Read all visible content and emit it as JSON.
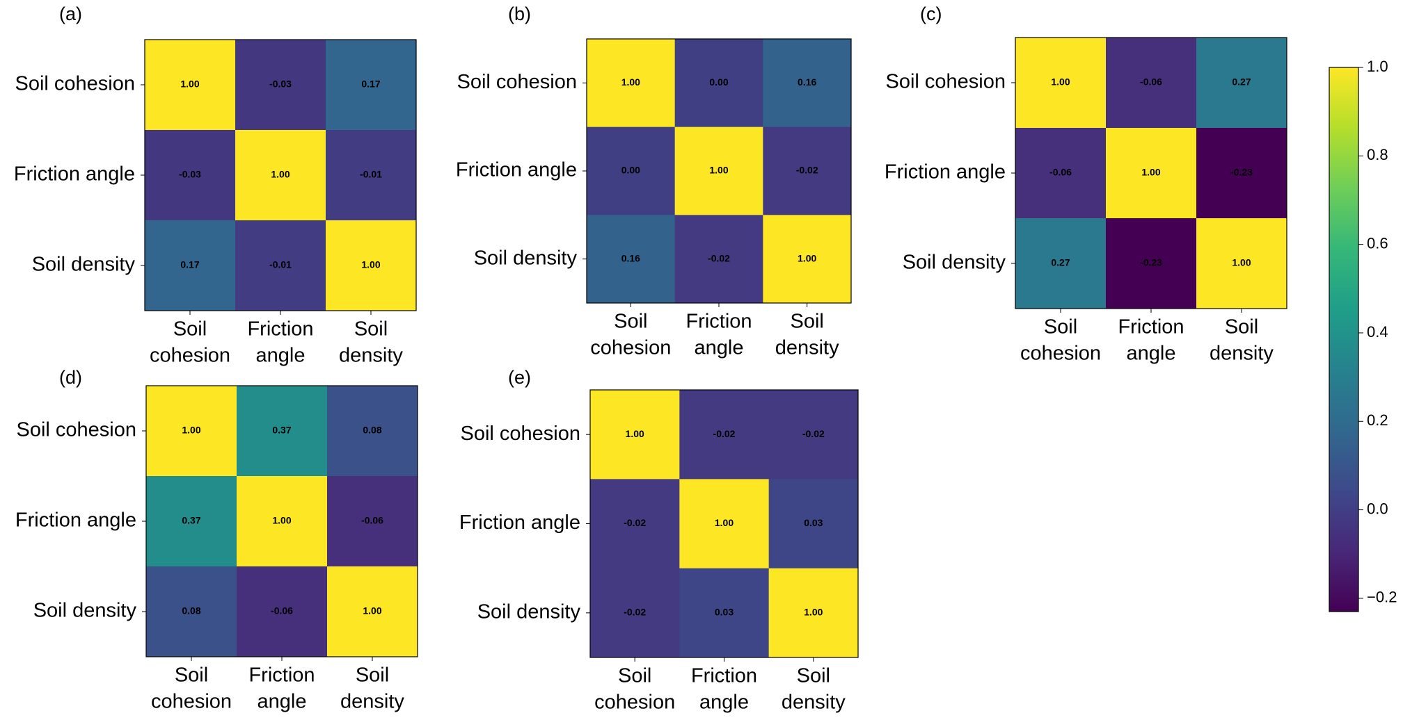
{
  "chart_data": [
    {
      "type": "heatmap",
      "panel_label": "(a)",
      "row_labels": [
        "Soil cohesion",
        "Friction angle",
        "Soil density"
      ],
      "col_labels": [
        [
          "Soil",
          "cohesion"
        ],
        [
          "Friction",
          "angle"
        ],
        [
          "Soil",
          "density"
        ]
      ],
      "values": [
        [
          1.0,
          -0.03,
          0.17
        ],
        [
          -0.03,
          1.0,
          -0.01
        ],
        [
          0.17,
          -0.01,
          1.0
        ]
      ],
      "cell_labels": [
        [
          "1.00",
          "-0.03",
          "0.17"
        ],
        [
          "-0.03",
          "1.00",
          "-0.01"
        ],
        [
          "0.17",
          "-0.01",
          "1.00"
        ]
      ]
    },
    {
      "type": "heatmap",
      "panel_label": "(b)",
      "row_labels": [
        "Soil cohesion",
        "Friction angle",
        "Soil density"
      ],
      "col_labels": [
        [
          "Soil",
          "cohesion"
        ],
        [
          "Friction",
          "angle"
        ],
        [
          "Soil",
          "density"
        ]
      ],
      "values": [
        [
          1.0,
          0.0,
          0.16
        ],
        [
          0.0,
          1.0,
          -0.02
        ],
        [
          0.16,
          -0.02,
          1.0
        ]
      ],
      "cell_labels": [
        [
          "1.00",
          "0.00",
          "0.16"
        ],
        [
          "0.00",
          "1.00",
          "-0.02"
        ],
        [
          "0.16",
          "-0.02",
          "1.00"
        ]
      ]
    },
    {
      "type": "heatmap",
      "panel_label": "(c)",
      "row_labels": [
        "Soil cohesion",
        "Friction angle",
        "Soil density"
      ],
      "col_labels": [
        [
          "Soil",
          "cohesion"
        ],
        [
          "Friction",
          "angle"
        ],
        [
          "Soil",
          "density"
        ]
      ],
      "values": [
        [
          1.0,
          -0.06,
          0.27
        ],
        [
          -0.06,
          1.0,
          -0.23
        ],
        [
          0.27,
          -0.23,
          1.0
        ]
      ],
      "cell_labels": [
        [
          "1.00",
          "-0.06",
          "0.27"
        ],
        [
          "-0.06",
          "1.00",
          "-0.23"
        ],
        [
          "0.27",
          "-0.23",
          "1.00"
        ]
      ]
    },
    {
      "type": "heatmap",
      "panel_label": "(d)",
      "row_labels": [
        "Soil cohesion",
        "Friction angle",
        "Soil density"
      ],
      "col_labels": [
        [
          "Soil",
          "cohesion"
        ],
        [
          "Friction",
          "angle"
        ],
        [
          "Soil",
          "density"
        ]
      ],
      "values": [
        [
          1.0,
          0.37,
          0.08
        ],
        [
          0.37,
          1.0,
          -0.06
        ],
        [
          0.08,
          -0.06,
          1.0
        ]
      ],
      "cell_labels": [
        [
          "1.00",
          "0.37",
          "0.08"
        ],
        [
          "0.37",
          "1.00",
          "-0.06"
        ],
        [
          "0.08",
          "-0.06",
          "1.00"
        ]
      ]
    },
    {
      "type": "heatmap",
      "panel_label": "(e)",
      "row_labels": [
        "Soil cohesion",
        "Friction angle",
        "Soil density"
      ],
      "col_labels": [
        [
          "Soil",
          "cohesion"
        ],
        [
          "Friction",
          "angle"
        ],
        [
          "Soil",
          "density"
        ]
      ],
      "values": [
        [
          1.0,
          -0.02,
          -0.02
        ],
        [
          -0.02,
          1.0,
          0.03
        ],
        [
          -0.02,
          0.03,
          1.0
        ]
      ],
      "cell_labels": [
        [
          "1.00",
          "-0.02",
          "-0.02"
        ],
        [
          "-0.02",
          "1.00",
          "0.03"
        ],
        [
          "-0.02",
          "0.03",
          "1.00"
        ]
      ]
    }
  ],
  "colorbar": {
    "colormap": "viridis",
    "range": [
      -0.23,
      1.0
    ],
    "ticks": [
      1.0,
      0.8,
      0.6,
      0.4,
      0.2,
      0.0,
      -0.2
    ],
    "tick_labels": [
      "1.0",
      "0.8",
      "0.6",
      "0.4",
      "0.2",
      "0.0",
      "−0.2"
    ]
  },
  "colors": {
    "viridis_stops": [
      "#440154",
      "#482878",
      "#3e4989",
      "#31688e",
      "#26828e",
      "#1f9e89",
      "#35b779",
      "#6ece58",
      "#b5de2b",
      "#fde725"
    ],
    "cell_text": "#000000",
    "axis": "#000000"
  }
}
